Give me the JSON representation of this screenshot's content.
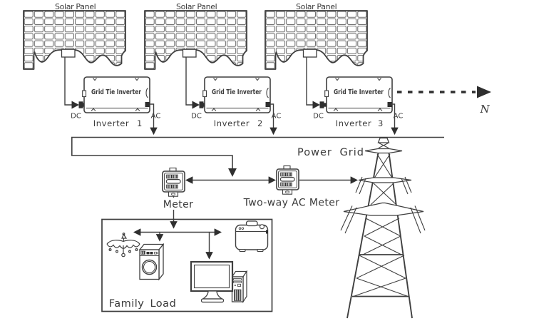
{
  "colors": {
    "line": "#3f3f3f",
    "dark_fill": "#2f2f2f",
    "text": "#3a3a3a",
    "background": "#ffffff"
  },
  "diagram": {
    "solar_panels": [
      {
        "label": "Solar Panel"
      },
      {
        "label": "Solar Panel"
      },
      {
        "label": "Solar Panel"
      }
    ],
    "inverters": [
      {
        "device_label": "Grid Tie Inverter",
        "dc_label": "DC",
        "ac_label": "AC",
        "caption": "Inverter",
        "number": "1"
      },
      {
        "device_label": "Grid Tie Inverter",
        "dc_label": "DC",
        "ac_label": "AC",
        "caption": "Inverter",
        "number": "2"
      },
      {
        "device_label": "Grid Tie Inverter",
        "dc_label": "DC",
        "ac_label": "AC",
        "caption": "Inverter",
        "number": "3"
      }
    ],
    "power_grid_label": "Power Grid",
    "meter_label": "Meter",
    "two_way_meter_label": "Two-way AC Meter",
    "family_load_label": "Family Load",
    "north_label": "N"
  }
}
